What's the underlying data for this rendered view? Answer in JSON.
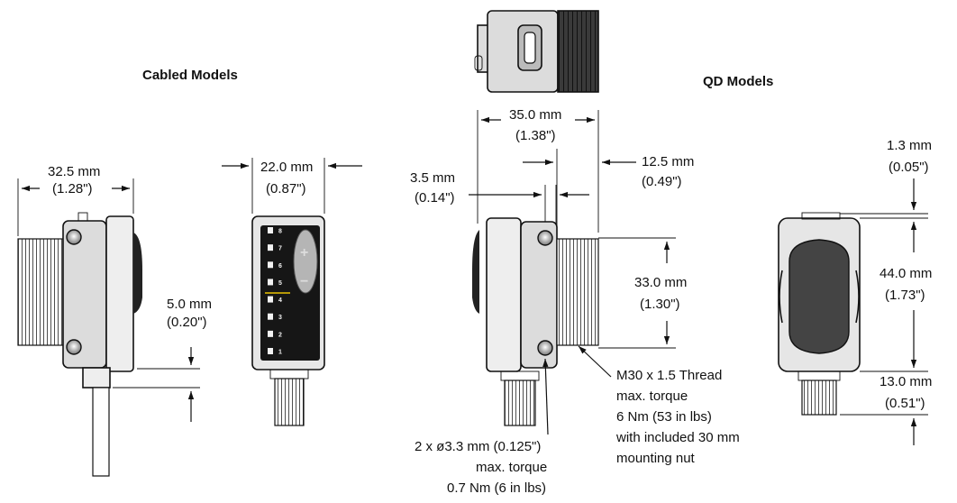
{
  "headers": {
    "cabled": "Cabled Models",
    "qd": "QD Models"
  },
  "dimensions": {
    "cabled_width": {
      "mm": "32.5 mm",
      "in": "(1.28\")"
    },
    "cabled_depth": {
      "mm": "22.0 mm",
      "in": "(0.87\")"
    },
    "cable_offset": {
      "mm": "5.0 mm",
      "in": "(0.20\")"
    },
    "qd_length": {
      "mm": "35.0 mm",
      "in": "(1.38\")"
    },
    "qd_thread": {
      "mm": "12.5 mm",
      "in": "(0.49\")"
    },
    "qd_offset": {
      "mm": "3.5 mm",
      "in": "(0.14\")"
    },
    "qd_hole_spacing": {
      "mm": "33.0 mm",
      "in": "(1.30\")"
    },
    "qd_top": {
      "mm": "1.3 mm",
      "in": "(0.05\")"
    },
    "qd_height": {
      "mm": "44.0 mm",
      "in": "(1.73\")"
    },
    "qd_connector": {
      "mm": "13.0 mm",
      "in": "(0.51\")"
    }
  },
  "callouts": {
    "thread": [
      "M30 x 1.5 Thread",
      "max. torque",
      "6 Nm (53 in lbs)",
      "with included 30 mm",
      "mounting nut"
    ],
    "holes": [
      "2 x ø3.3 mm (0.125\")",
      "max. torque",
      "0.7 Nm (6 in lbs)"
    ]
  },
  "panel": {
    "led_numbers": [
      "8",
      "7",
      "6",
      "5",
      "4",
      "3",
      "2",
      "1"
    ],
    "plus": "+",
    "minus": "−"
  }
}
